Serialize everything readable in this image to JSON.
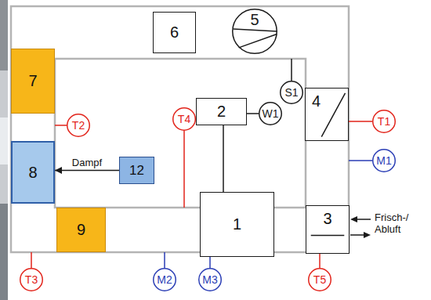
{
  "diagram": {
    "nodes": [
      {
        "text": [
          "6"
        ]
      },
      {
        "text": [
          "5"
        ]
      },
      {
        "text": [
          "7"
        ]
      },
      {
        "text": [
          "S1"
        ]
      },
      {
        "text": [
          "4"
        ]
      },
      {
        "text": [
          "T2"
        ]
      },
      {
        "text": [
          "T1"
        ]
      },
      {
        "text": [
          "8"
        ]
      },
      {
        "text": [
          "12"
        ]
      },
      {
        "text": [
          "T4"
        ]
      },
      {
        "text": [
          "2"
        ]
      },
      {
        "text": [
          "W1"
        ]
      },
      {
        "text": [
          "M1"
        ]
      },
      {
        "text": [
          "9"
        ]
      },
      {
        "text": [
          "1"
        ]
      },
      {
        "text": [
          "3"
        ]
      },
      {
        "text": [
          "T3"
        ]
      },
      {
        "text": [
          "M2"
        ]
      },
      {
        "text": [
          "M3"
        ]
      },
      {
        "text": [
          "T5"
        ]
      }
    ],
    "edges": [
      {
        "from": 10,
        "to": 11,
        "arrow": "none"
      },
      {
        "from": 10,
        "to": 14,
        "arrow": "none"
      },
      {
        "from": 8,
        "to": 7,
        "label": "Dampf",
        "arrow": "to"
      }
    ],
    "labels": [
      "Frisch-/ Abluft"
    ]
  }
}
